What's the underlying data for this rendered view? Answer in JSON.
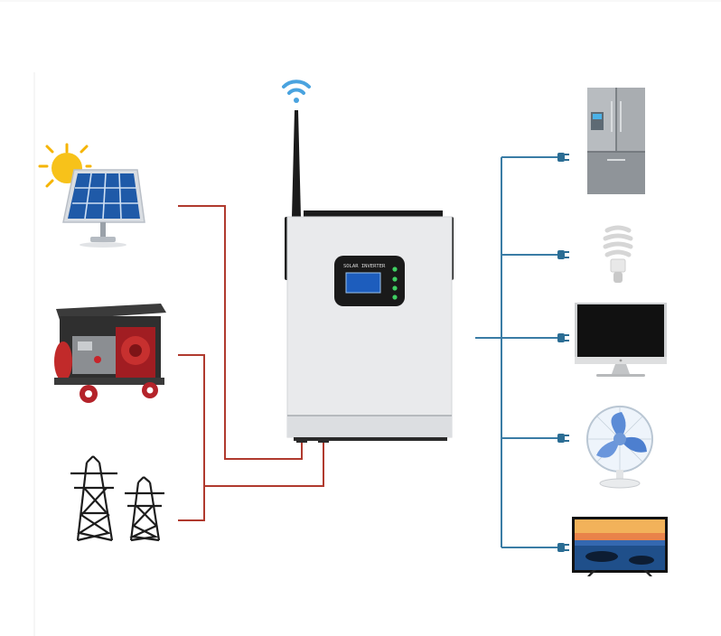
{
  "diagram": {
    "inverter": {
      "screen_label": "SOLAR INVERTER",
      "has_wifi_antenna": true,
      "indicator_count": 4
    },
    "sources": [
      {
        "name": "solar-panel",
        "icon": "solar-panel-icon"
      },
      {
        "name": "generator",
        "icon": "generator-icon"
      },
      {
        "name": "power-grid",
        "icon": "transmission-tower-icon"
      }
    ],
    "loads": [
      {
        "name": "refrigerator",
        "icon": "refrigerator-icon"
      },
      {
        "name": "light-bulb",
        "icon": "cfl-bulb-icon"
      },
      {
        "name": "computer-monitor",
        "icon": "monitor-icon"
      },
      {
        "name": "fan",
        "icon": "fan-icon"
      },
      {
        "name": "television",
        "icon": "tv-icon"
      }
    ],
    "colors": {
      "input_wire": "#b03a2e",
      "output_wire": "#3a7ca5",
      "inverter_body": "#e9eaec",
      "wifi": "#4aa3df"
    }
  }
}
